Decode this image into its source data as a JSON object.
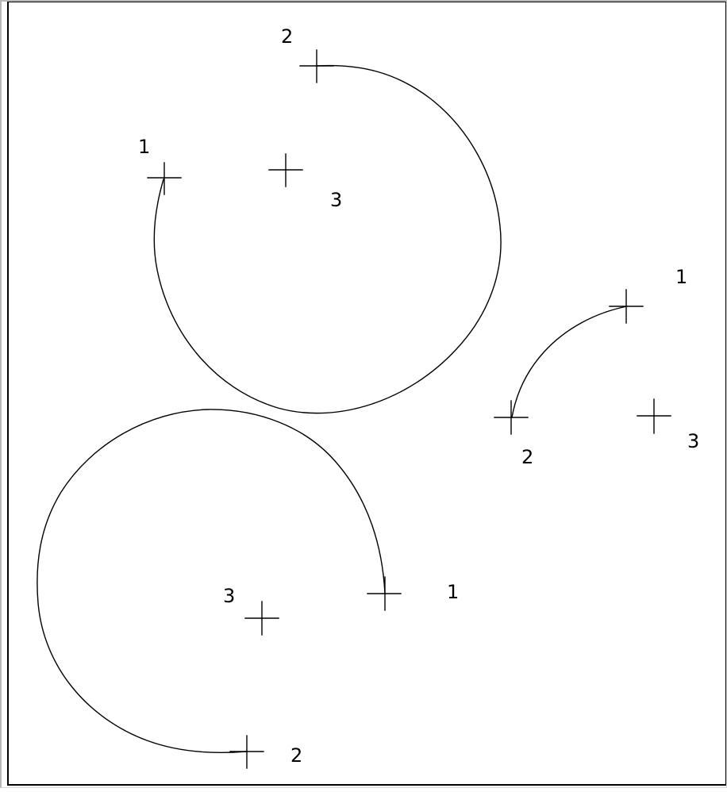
{
  "line_color": "#000000",
  "background_color": "#ffffff",
  "arcs": [
    {
      "markers": [
        {
          "label": "1"
        },
        {
          "label": "2"
        },
        {
          "label": "3"
        }
      ]
    },
    {
      "markers": [
        {
          "label": "1"
        },
        {
          "label": "2"
        },
        {
          "label": "3"
        }
      ]
    },
    {
      "markers": [
        {
          "label": "1"
        },
        {
          "label": "2"
        },
        {
          "label": "3"
        }
      ]
    }
  ]
}
